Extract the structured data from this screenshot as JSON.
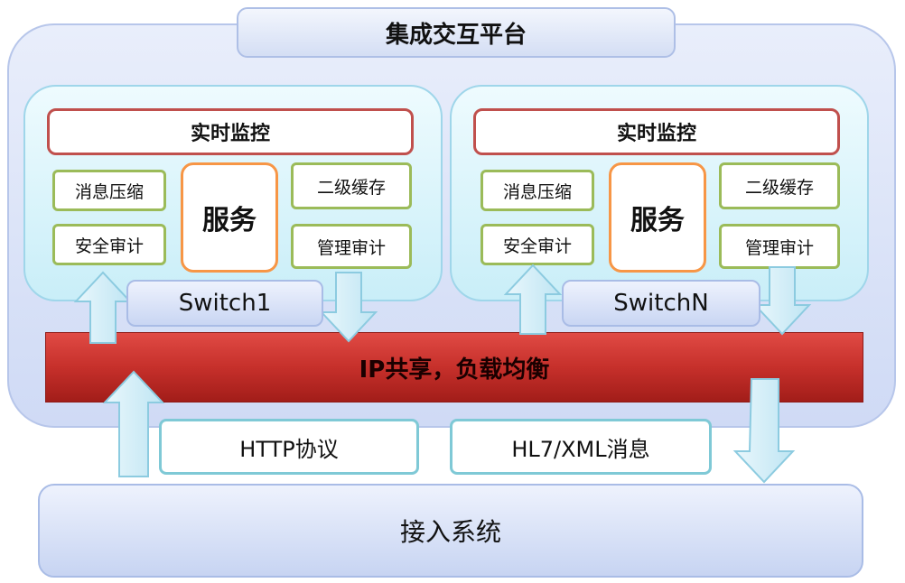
{
  "platform": {
    "title": "集成交互平台"
  },
  "nodes": [
    {
      "monitor": "实时监控",
      "msg_compress": "消息压缩",
      "security_audit": "安全审计",
      "service": "服务",
      "l2_cache": "二级缓存",
      "mgmt_audit": "管理审计",
      "switch": "Switch1"
    },
    {
      "monitor": "实时监控",
      "msg_compress": "消息压缩",
      "security_audit": "安全审计",
      "service": "服务",
      "l2_cache": "二级缓存",
      "mgmt_audit": "管理审计",
      "switch": "SwitchN"
    }
  ],
  "ip_bar": "IP共享，负载均衡",
  "protocols": {
    "http": "HTTP协议",
    "hl7": "HL7/XML消息"
  },
  "access": "接入系统",
  "colors": {
    "monitor_border": "#c0504d",
    "small_border": "#9bbb59",
    "service_border": "#f79646",
    "ip_bar": "#c6302b",
    "arrow_fill": "#d6eff8"
  }
}
